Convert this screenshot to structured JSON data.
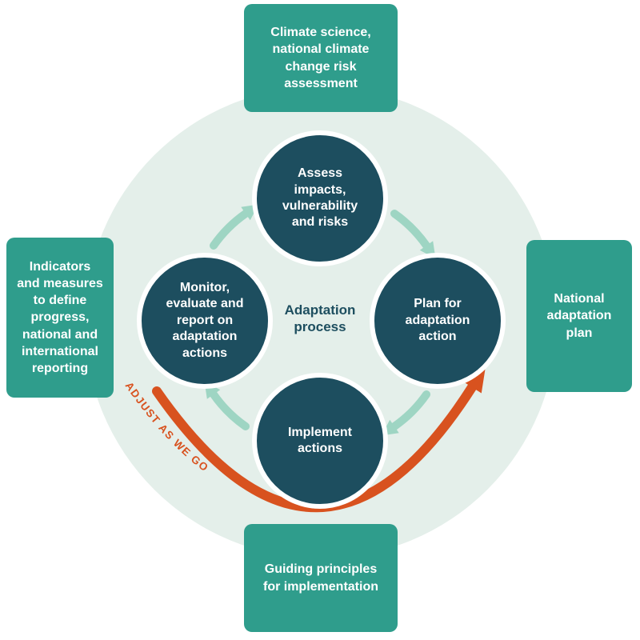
{
  "colors": {
    "background_circle": "#e4efea",
    "node_circle": "#1d4e5f",
    "edge_box": "#2f9d8c",
    "cycle_arrow": "#9ed5c3",
    "adjust_arrow": "#d8521f"
  },
  "cycle": {
    "center_label": "Adaptation\nprocess",
    "adjust_label": "ADJUST AS WE GO",
    "nodes": [
      {
        "id": "assess",
        "label": "Assess\nimpacts,\nvulnerability\nand risks"
      },
      {
        "id": "plan",
        "label": "Plan for\nadaptation\naction"
      },
      {
        "id": "implement",
        "label": "Implement\nactions"
      },
      {
        "id": "monitor",
        "label": "Monitor,\nevaluate and\nreport on\nadaptation\nactions"
      }
    ]
  },
  "boxes": {
    "top": {
      "label": "Climate science,\nnational climate\nchange risk\nassessment"
    },
    "right": {
      "label": "National\nadaptation\nplan"
    },
    "bottom": {
      "label": "Guiding principles\nfor implementation"
    },
    "left": {
      "label": "Indicators\nand measures\nto define\nprogress,\nnational and\ninternational\nreporting"
    }
  }
}
